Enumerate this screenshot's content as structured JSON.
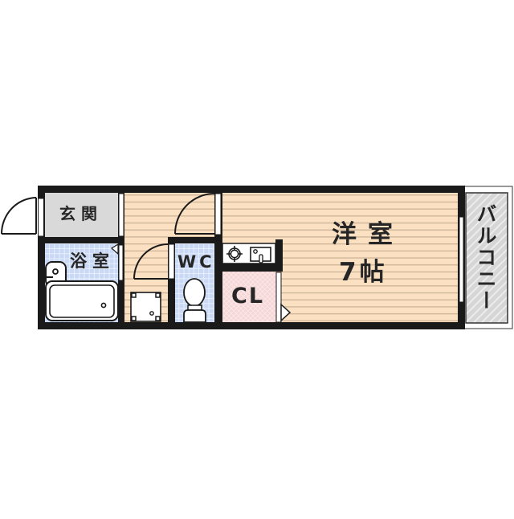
{
  "floorplan": {
    "rooms": {
      "genkan": {
        "label": "玄関",
        "color": "#d9d9d9"
      },
      "bathroom": {
        "label": "浴室",
        "color": "#c9d9f5"
      },
      "toilet": {
        "label": "WC",
        "color": "#c9d9f5"
      },
      "closet": {
        "label": "CL",
        "color": "#f6d7d7"
      },
      "western_room": {
        "label": "洋室",
        "size": "7帖",
        "color": "#fbe0c2"
      },
      "balcony": {
        "label": "バルコニー",
        "color": "#d6d6d6"
      }
    },
    "colors": {
      "wall": "#1a1a1a",
      "floor_line": "#cdb497",
      "fixture": "#ffffff"
    }
  }
}
